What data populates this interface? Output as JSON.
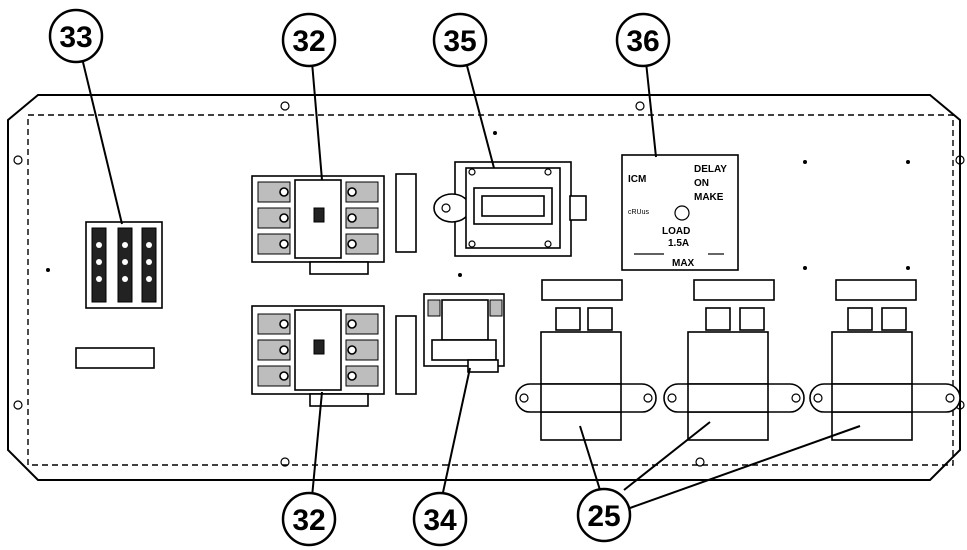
{
  "callouts": {
    "c33": "33",
    "c32_top": "32",
    "c35": "35",
    "c36": "36",
    "c32_bottom": "32",
    "c34": "34",
    "c25": "25"
  },
  "relay_36": {
    "brand": "ICM",
    "line1": "DELAY",
    "line2": "ON",
    "line3": "MAKE",
    "ul_mark": "cRUus",
    "load": "LOAD",
    "rating": "1.5A",
    "max": "MAX"
  }
}
